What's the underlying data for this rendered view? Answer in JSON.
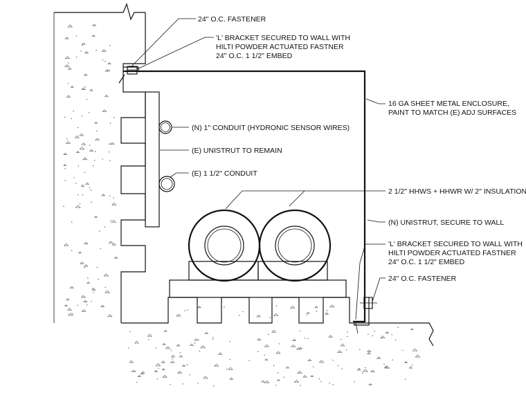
{
  "colors": {
    "line": "#111111",
    "background": "#ffffff",
    "aggregate": "#555555"
  },
  "labels": {
    "fastener_top": "24\" O.C. FASTENER",
    "bracket_top": [
      "'L' BRACKET SECURED TO WALL WITH",
      "HILTI POWDER ACTUATED FASTNER",
      "24\" O.C. 1 1/2\" EMBED"
    ],
    "enclosure": [
      "16 GA SHEET METAL ENCLOSURE,",
      "PAINT TO MATCH (E) ADJ SURFACES"
    ],
    "conduit_1in": "(N) 1\" CONDUIT (HYDRONIC SENSOR WIRES)",
    "unistrut_existing": "(E) UNISTRUT TO REMAIN",
    "conduit_1_5in": "(E) 1 1/2\" CONDUIT",
    "pipes": "2 1/2\" HHWS + HHWR W/ 2\" INSULATION",
    "unistrut_new": "(N) UNISTRUT, SECURE TO WALL",
    "bracket_bottom": [
      "'L' BRACKET SECURED TO WALL WITH",
      "HILTI POWDER ACTUATED FASTNER",
      "24\" O.C. 1 1/2\" EMBED"
    ],
    "fastener_bottom": "24\" O.C. FASTENER"
  }
}
